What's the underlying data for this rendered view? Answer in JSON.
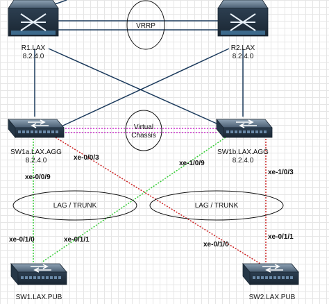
{
  "devices": {
    "r1": {
      "name": "R1.LAX",
      "version": "8.2.4.0",
      "type": "router"
    },
    "r2": {
      "name": "R2.LAX",
      "version": "8.2.4.0",
      "type": "router"
    },
    "sw1a": {
      "name": "SW1a.LAX.AGG",
      "version": "8.2.4.0",
      "type": "switch"
    },
    "sw1b": {
      "name": "SW1b.LAX.AGG",
      "version": "8.2.4.0",
      "type": "switch"
    },
    "sw1": {
      "name": "SW1.LAX.PUB",
      "version": "",
      "type": "switch"
    },
    "sw2": {
      "name": "SW2.LAX.PUB",
      "version": "",
      "type": "switch"
    }
  },
  "groups": {
    "vrrp": "VRRP",
    "virtual_chassis_line1": "Virtual",
    "virtual_chassis_line2": "Chassis",
    "lag_left": "LAG / TRUNK",
    "lag_right": "LAG / TRUNK"
  },
  "ports": {
    "sw1a_to_sw1": "xe-0/0/9",
    "sw1a_to_sw2": "xe-0/0/3",
    "sw1b_to_sw1": "xe-1/0/9",
    "sw1b_to_sw2": "xe-1/0/3",
    "sw1_up_a": "xe-0/1/0",
    "sw1_up_b": "xe-0/1/1",
    "sw2_up_a": "xe-0/1/0",
    "sw2_up_b": "xe-0/1/1"
  },
  "colors": {
    "cable": "#1b3a5c",
    "chassis_link": "#cc33cc",
    "link_green": "#33cc33",
    "link_red": "#cc2222",
    "device_body": "#2d3e50"
  }
}
